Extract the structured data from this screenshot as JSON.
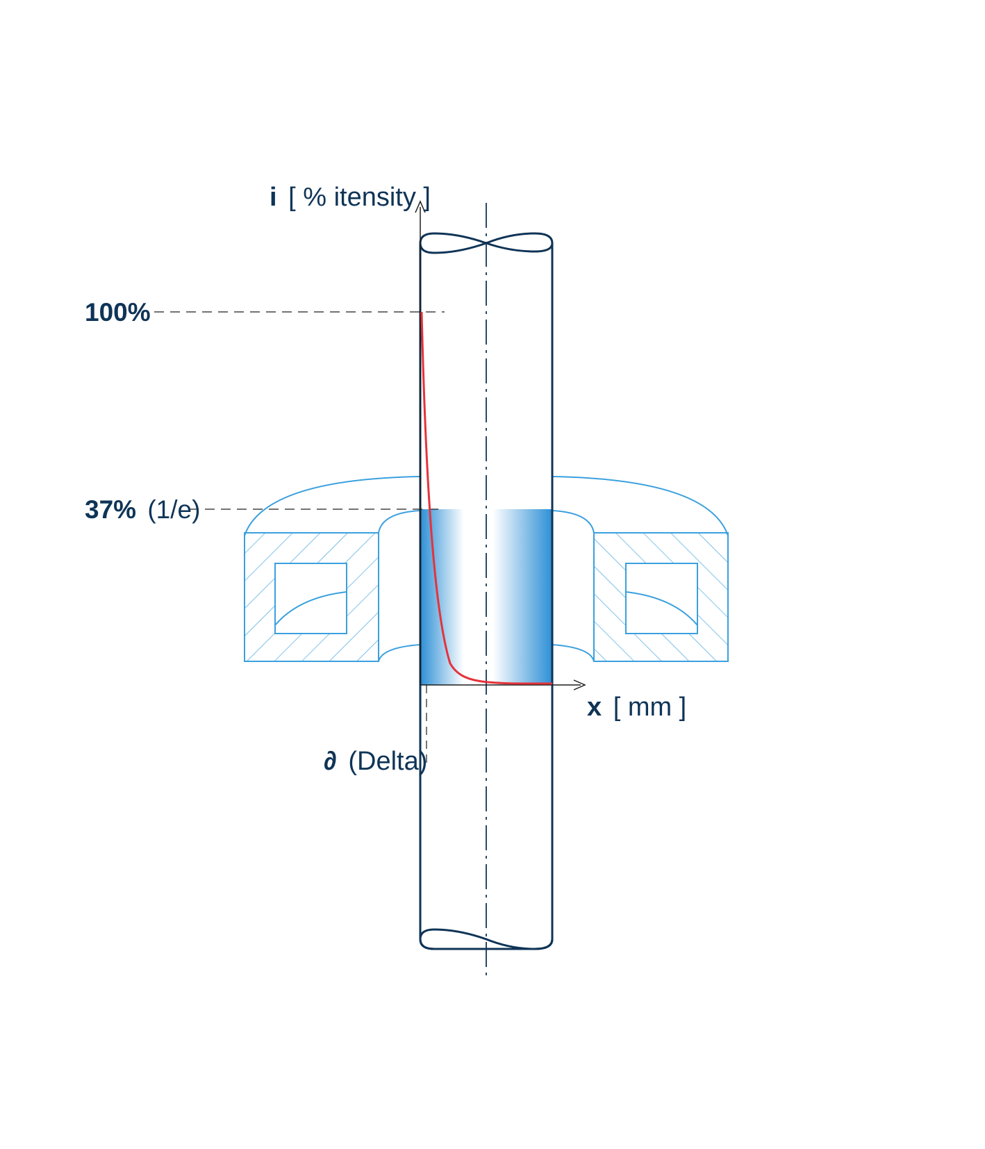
{
  "labels": {
    "y_axis_symbol": "i",
    "y_axis_unit": "[ % itensity ]",
    "x_axis_symbol": "x",
    "x_axis_unit": "[ mm ]",
    "level_100": "100%",
    "level_37": "37%",
    "level_37_note": "(1/e)",
    "delta_symbol": "∂",
    "delta_note": "(Delta)"
  },
  "colors": {
    "rod_outline": "#0f3457",
    "coil_outline": "#3aa0de",
    "decay_curve": "#e5333b",
    "label_text": "#0f3457",
    "field_gradient": "#2d8fd5"
  },
  "icons": {
    "axis_arrow": "arrow-head-icon"
  }
}
